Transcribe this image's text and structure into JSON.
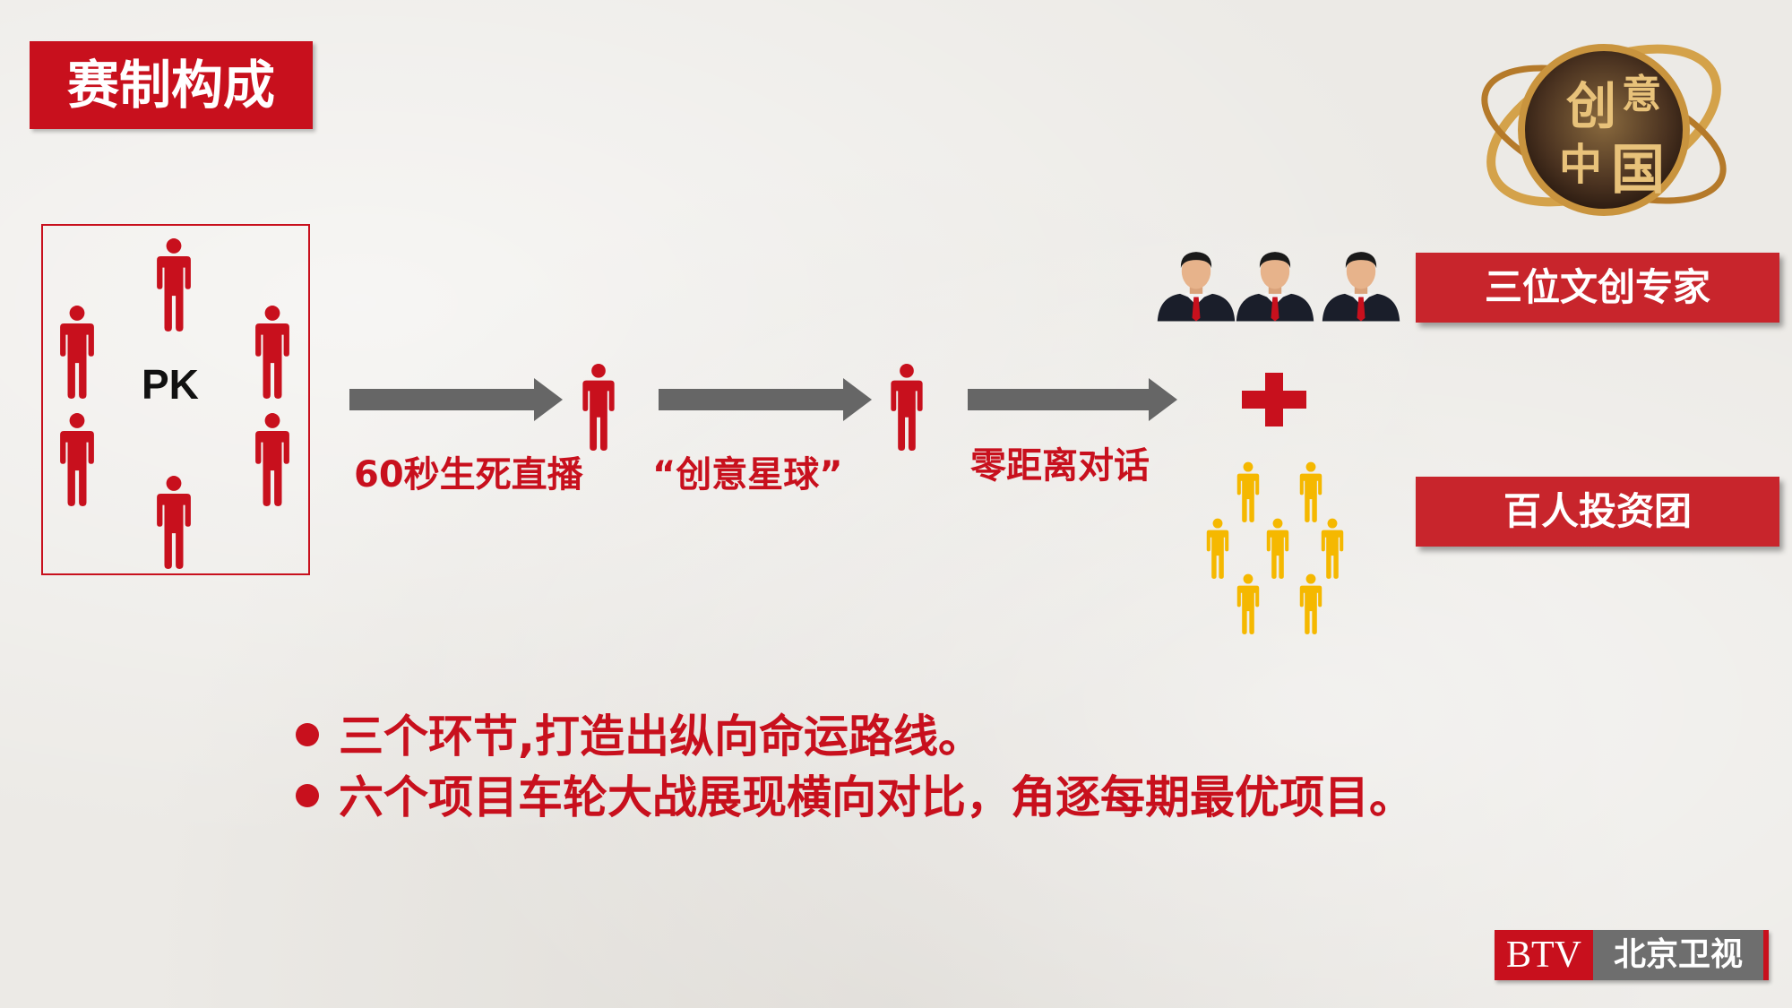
{
  "title": "赛制构成",
  "pk_label": "PK",
  "steps": [
    "60秒生死直播",
    "“创意星球”",
    "零距离对话"
  ],
  "banners": [
    "三位文创专家",
    "百人投资团"
  ],
  "bullets": [
    "三个环节,打造出纵向命运路线。",
    "六个项目车轮大战展现横向对比，角逐每期最优项目。"
  ],
  "logo": {
    "text": [
      "创",
      "意",
      "中",
      "国"
    ]
  },
  "brand": {
    "btv": "BTV",
    "channel": "北京卫视"
  },
  "colors": {
    "accent": "#c8101d",
    "arrow": "#666666",
    "crowd": "#f5b800"
  },
  "icons": {
    "person": "person-icon",
    "expert": "businessman-icon",
    "plus": "plus-icon",
    "arrow": "arrow-right-icon"
  }
}
